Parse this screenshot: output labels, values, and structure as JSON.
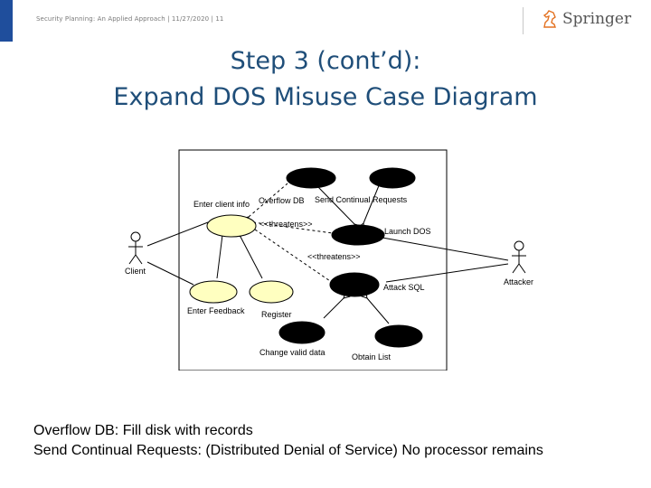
{
  "header": {
    "citation": "Security Planning: An Applied Approach | 11/27/2020 | 11",
    "logo_text": "Springer"
  },
  "title": {
    "line1": "Step 3 (cont’d):",
    "line2": "Expand DOS Misuse Case Diagram"
  },
  "diagram": {
    "actors": {
      "client": "Client",
      "attacker": "Attacker"
    },
    "use_cases": {
      "enter_client_info": "Enter client info",
      "enter_feedback": "Enter Feedback",
      "register": "Register",
      "change_valid_data": "Change valid data"
    },
    "misuse_cases": {
      "overflow_db": "Overflow DB",
      "send_continual_requests": "Send Continual Requests",
      "launch_dos": "Launch DOS",
      "attack_sql": "Attack SQL",
      "obtain_list": "Obtain List"
    },
    "relations": {
      "threatens_1": "<<threatens>>",
      "threatens_2": "<<threatens>>"
    },
    "colors": {
      "use_case_fill": "#ffffc0",
      "misuse_case_fill": "#000000"
    }
  },
  "notes": {
    "line1": "Overflow DB:  Fill disk with records",
    "line2": "Send Continual Requests:  (Distributed Denial of Service)  No processor remains"
  }
}
